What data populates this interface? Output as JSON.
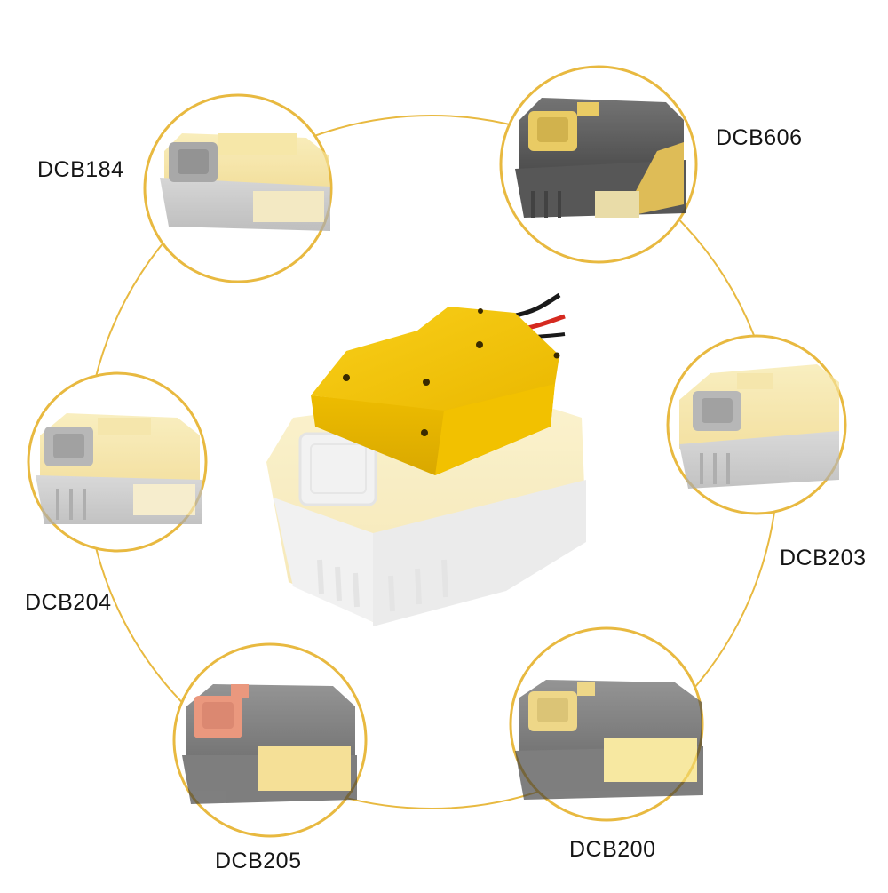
{
  "labels": {
    "dcb184": "DCB184",
    "dcb606": "DCB606",
    "dcb203": "DCB203",
    "dcb204": "DCB204",
    "dcb205": "DCB205",
    "dcb200": "DCB200"
  },
  "colors": {
    "ring": "#e8b940",
    "adapter_yellow": "#f5c400",
    "battery_yellow": "#f2d97a",
    "battery_gray": "#b9b9b9",
    "label_text": "#151515",
    "wire_red": "#d52a20",
    "wire_black": "#1a1a1a"
  }
}
